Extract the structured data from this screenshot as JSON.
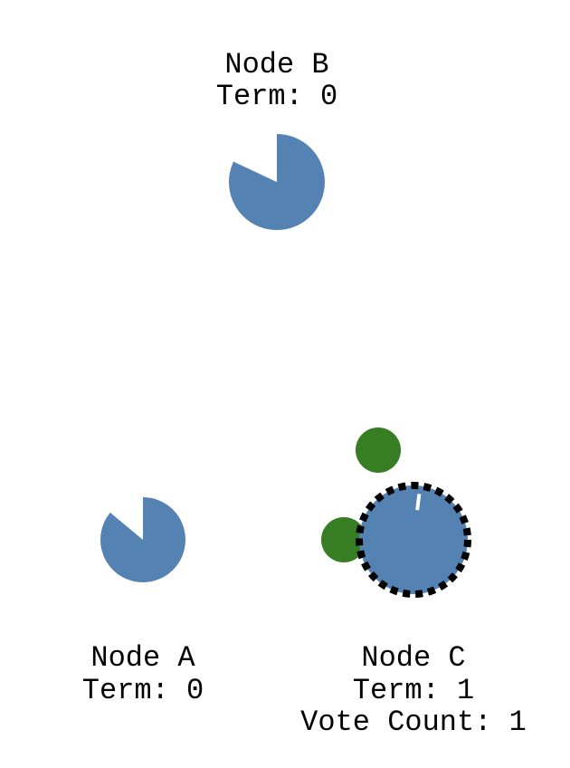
{
  "colors": {
    "node_fill": "#5482b3",
    "message_fill": "#367d23",
    "candidate_ring": "#000000",
    "timer_gap": "#ffffff"
  },
  "nodes": [
    {
      "id": "A",
      "name": "Node A",
      "term_text": "Term: 0",
      "role": "follower",
      "election_timer_remaining": 0.86
    },
    {
      "id": "B",
      "name": "Node B",
      "term_text": "Term: 0",
      "role": "follower",
      "election_timer_remaining": 0.82
    },
    {
      "id": "C",
      "name": "Node C",
      "term_text": "Term: 1",
      "vote_count_text": "Vote Count: 1",
      "role": "candidate",
      "election_timer_remaining": 0.02
    }
  ],
  "messages": [
    {
      "type": "request-vote",
      "from": "C",
      "to": "B"
    },
    {
      "type": "request-vote",
      "from": "C",
      "to": "A"
    }
  ]
}
